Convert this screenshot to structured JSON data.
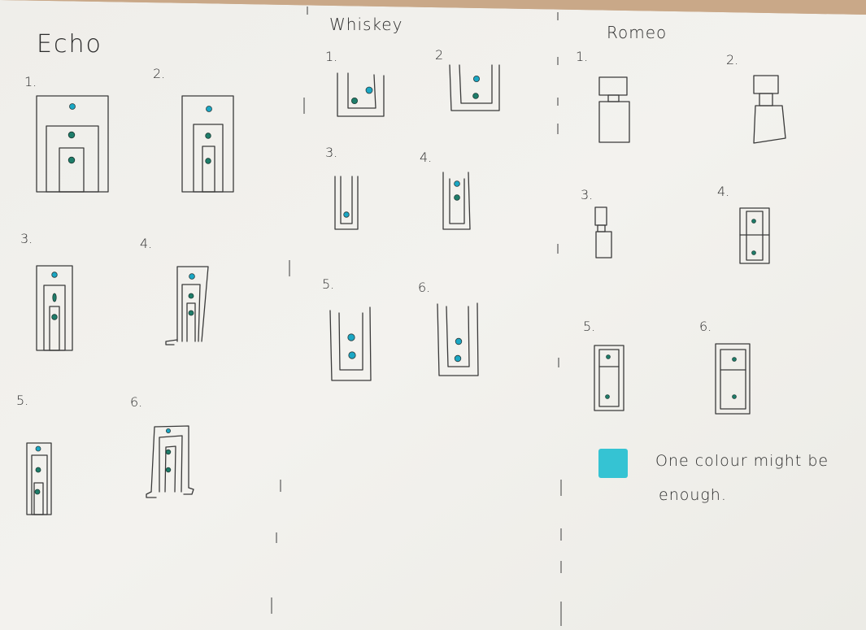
{
  "columns": [
    {
      "title": "Echo",
      "items": [
        {
          "label": "1."
        },
        {
          "label": "2."
        },
        {
          "label": "3."
        },
        {
          "label": "4."
        },
        {
          "label": "5."
        },
        {
          "label": "6."
        }
      ]
    },
    {
      "title": "Whiskey",
      "items": [
        {
          "label": "1."
        },
        {
          "label": "2"
        },
        {
          "label": "3."
        },
        {
          "label": "4."
        },
        {
          "label": "5."
        },
        {
          "label": "6."
        }
      ]
    },
    {
      "title": "Romeo",
      "items": [
        {
          "label": "1."
        },
        {
          "label": "2."
        },
        {
          "label": "3."
        },
        {
          "label": "4."
        },
        {
          "label": "5."
        },
        {
          "label": "6."
        }
      ]
    }
  ],
  "note": {
    "line1": "One colour might be",
    "line2": "enough."
  },
  "colors": {
    "paper": "#f4f3ef",
    "ink": "#3a3a3a",
    "dot_teal": "#1aa7c4",
    "dot_green": "#1e7d6a",
    "swatch": "#35c3d3"
  }
}
